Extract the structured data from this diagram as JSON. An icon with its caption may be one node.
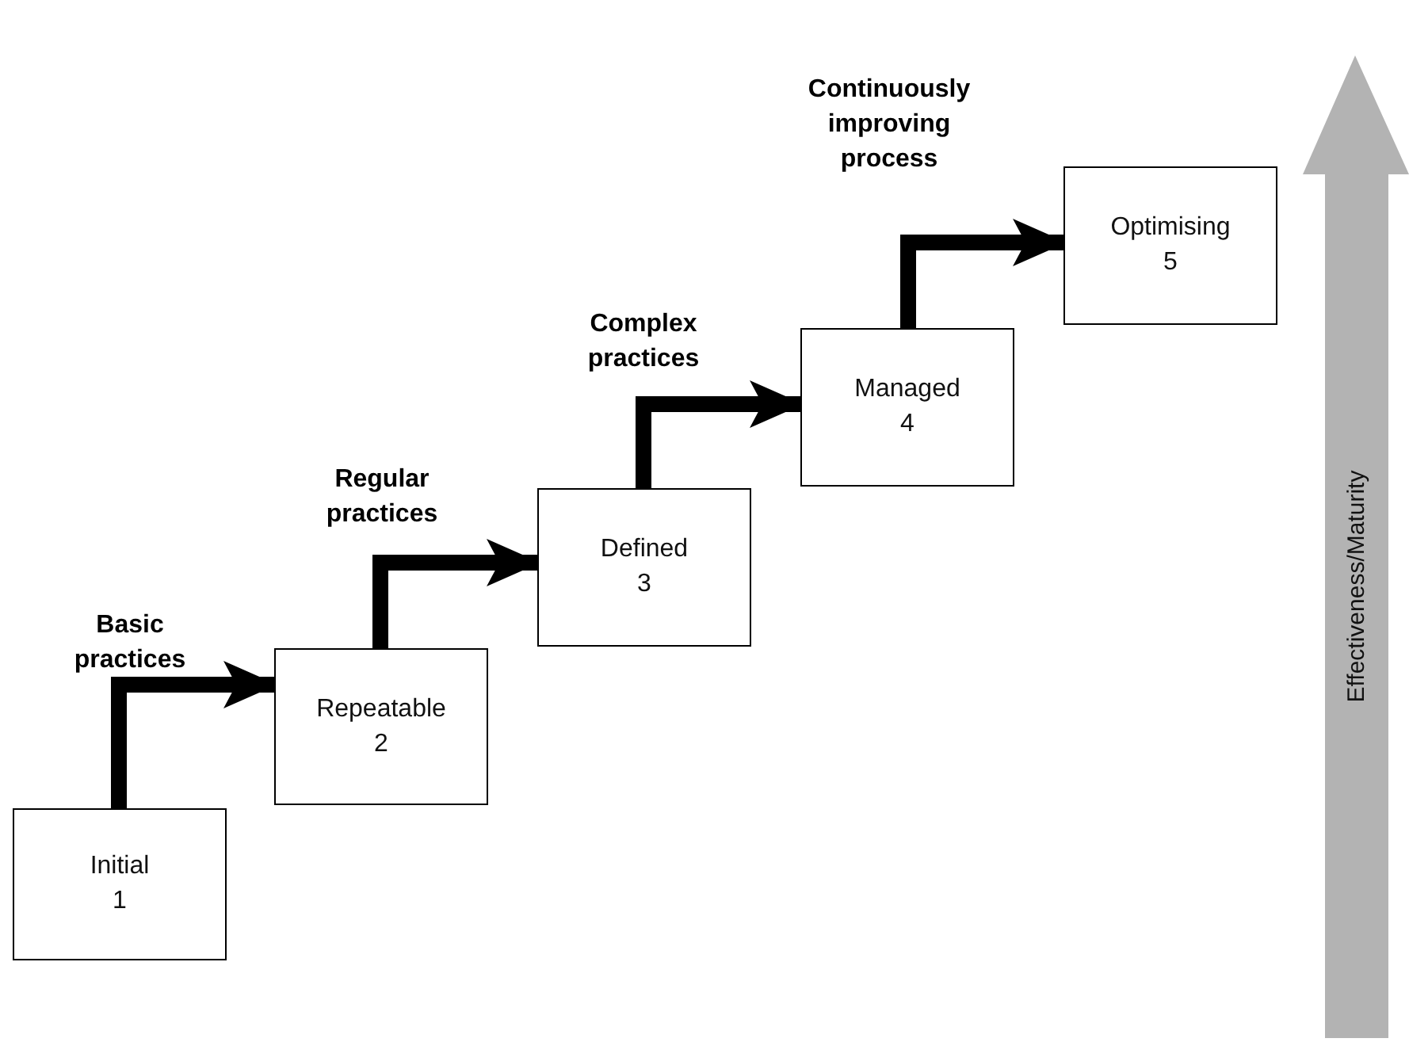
{
  "diagram": {
    "nodes": [
      {
        "text": [
          "Initial",
          "1"
        ]
      },
      {
        "text": [
          "Repeatable",
          "2"
        ]
      },
      {
        "text": [
          "Defined",
          "3"
        ]
      },
      {
        "text": [
          "Managed",
          "4"
        ]
      },
      {
        "text": [
          "Optimising",
          "5"
        ]
      }
    ],
    "edges": [
      {
        "from": 0,
        "to": 1,
        "arrow": "to",
        "label": "Basic practices"
      },
      {
        "from": 1,
        "to": 2,
        "arrow": "to",
        "label": "Regular practices"
      },
      {
        "from": 2,
        "to": 3,
        "arrow": "to",
        "label": "Complex practices"
      },
      {
        "from": 3,
        "to": 4,
        "arrow": "to",
        "label": "Continuously improving process"
      }
    ],
    "labels": [
      "Effectiveness/Maturity"
    ]
  }
}
